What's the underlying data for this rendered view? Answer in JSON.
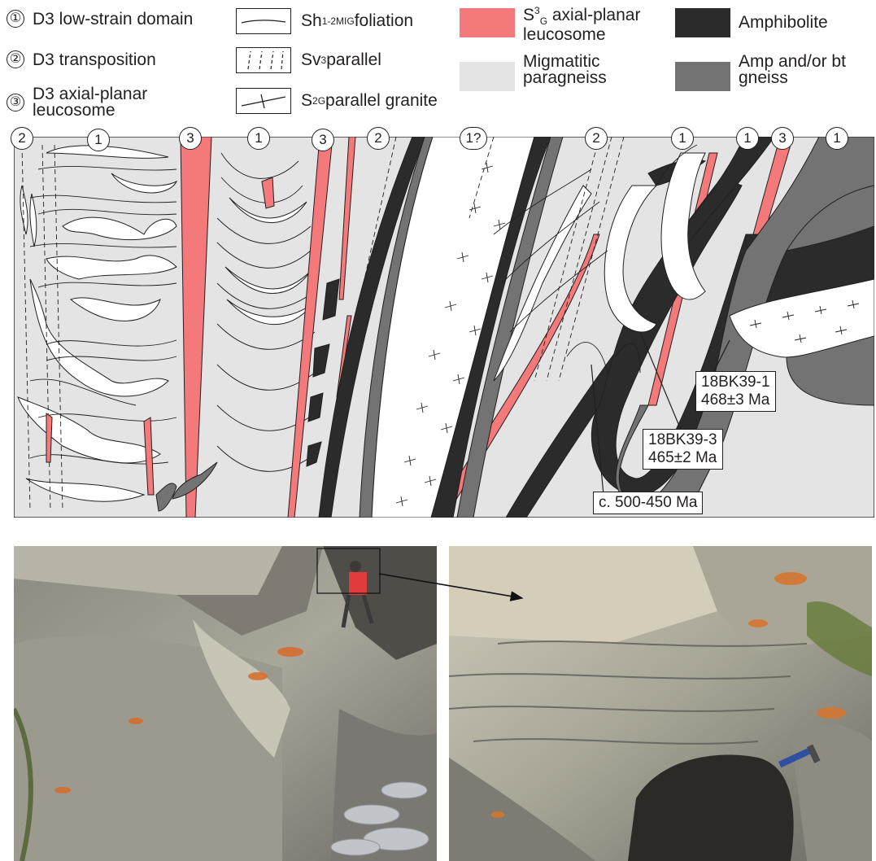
{
  "legend": {
    "domains": [
      {
        "num": "①",
        "text": "D3 low-strain domain"
      },
      {
        "num": "②",
        "text": "D3 transposition"
      },
      {
        "num": "③",
        "text": "D3 axial-planar leucosome"
      }
    ],
    "symbols": {
      "foliation": {
        "main": "Sh",
        "sup": "1-2",
        "sub": "MIG",
        "rest": "foliation"
      },
      "sv3": {
        "main": "Sv",
        "sup": "3",
        "rest": " parallel"
      },
      "s2g": {
        "main": "S",
        "sup": "2",
        "sub": "G",
        "rest": " parallel granite"
      }
    },
    "units": {
      "s3g": {
        "main": "S",
        "sup": "3",
        "sub": "G",
        "rest": " axial-planar",
        "line2": "leucosome",
        "color": "#f4797a"
      },
      "migmatitic": {
        "line1": "Migmatitic",
        "line2": "paragneiss",
        "color": "#e4e4e4"
      },
      "amphibolite": {
        "text": "Amphibolite",
        "color": "#2b2b2b"
      },
      "amp_bt": {
        "line1": "Amp and/or bt",
        "line2": "gneiss",
        "color": "#737373"
      }
    }
  },
  "section_labels": [
    "2",
    "1",
    "3",
    "1",
    "3",
    "2",
    "1?",
    "2",
    "1",
    "1",
    "3",
    "1"
  ],
  "samples": [
    {
      "id": "18BK39-1",
      "age": "468±3 Ma"
    },
    {
      "id": "18BK39-3",
      "age": "465±2 Ma"
    }
  ],
  "age_box": "c. 500-450 Ma"
}
